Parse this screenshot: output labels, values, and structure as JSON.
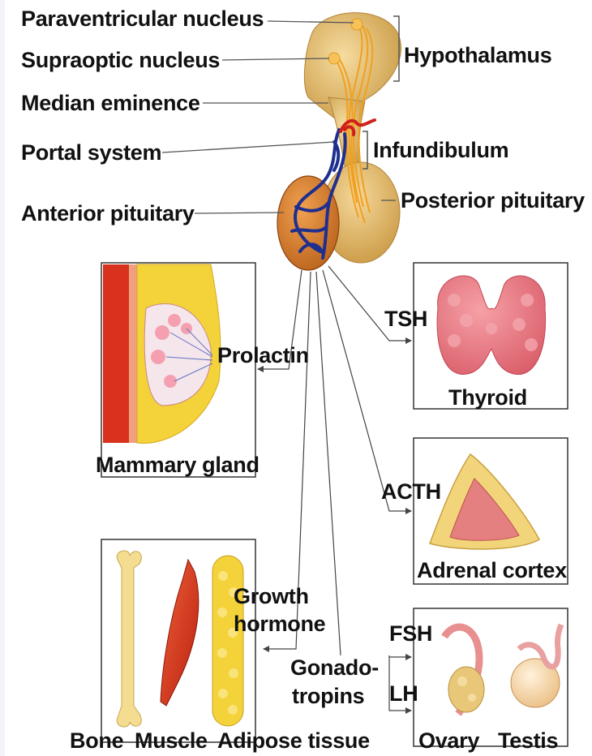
{
  "labels": {
    "paraventricular": "Paraventricular nucleus",
    "supraoptic": "Supraoptic nucleus",
    "hypothalamus": "Hypothalamus",
    "median_eminence": "Median eminence",
    "portal_system": "Portal system",
    "infundibulum": "Infundibulum",
    "anterior_pituitary": "Anterior pituitary",
    "posterior_pituitary": "Posterior pituitary",
    "prolactin": "Prolactin",
    "mammary_gland": "Mammary gland",
    "tsh": "TSH",
    "thyroid": "Thyroid",
    "acth": "ACTH",
    "adrenal_cortex": "Adrenal cortex",
    "growth_hormone_1": "Growth",
    "growth_hormone_2": "hormone",
    "gonadotropins_1": "Gonado-",
    "gonadotropins_2": "tropins",
    "fsh": "FSH",
    "lh": "LH",
    "bone": "Bone",
    "muscle": "Muscle",
    "adipose": "Adipose tissue",
    "ovary": "Ovary",
    "testis": "Testis"
  },
  "colors": {
    "gland_tan": "#e8b75c",
    "anterior_orange": "#d9822b",
    "portal_blue": "#1f2f8f",
    "artery_red": "#d0201a",
    "thyroid_pink": "#e8707a",
    "muscle_red": "#d8321e",
    "fat_yellow": "#f4d23a"
  }
}
